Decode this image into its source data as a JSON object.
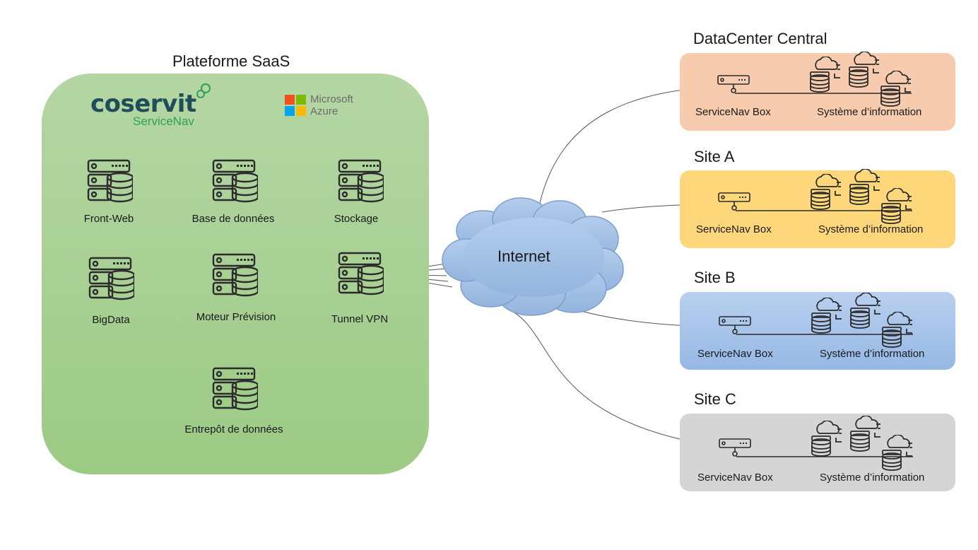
{
  "saas": {
    "title": "Plateforme SaaS",
    "logo_name": "coservit",
    "logo_sub": "ServiceNav",
    "azure_line1": "Microsoft",
    "azure_line2": "Azure",
    "services": [
      {
        "label": "Front-Web",
        "icon": "server-database-icon"
      },
      {
        "label": "Base de données",
        "icon": "server-database-icon"
      },
      {
        "label": "Stockage",
        "icon": "server-database-icon"
      },
      {
        "label": "BigData",
        "icon": "server-database-icon"
      },
      {
        "label": "Moteur Prévision",
        "icon": "server-database-icon"
      },
      {
        "label": "Tunnel VPN",
        "icon": "server-database-icon"
      },
      {
        "label": "Entrepôt de données",
        "icon": "server-database-icon"
      }
    ],
    "colors": {
      "platform_bg": "#a8d08d",
      "azure_red": "#f25022",
      "azure_green": "#7fba00",
      "azure_blue": "#00a4ef",
      "azure_yellow": "#ffb900"
    }
  },
  "internet": {
    "label": "Internet",
    "color": "#a9c4e6"
  },
  "sites": [
    {
      "title": "DataCenter Central",
      "box_label": "ServiceNav Box",
      "si_label": "Système d’information",
      "color": "#f7cbad"
    },
    {
      "title": "Site A",
      "box_label": "ServiceNav Box",
      "si_label": "Système d’information",
      "color": "#fed77a"
    },
    {
      "title": "Site B",
      "box_label": "ServiceNav Box",
      "si_label": "Système d’information",
      "color": "#a9c5eb"
    },
    {
      "title": "Site C",
      "box_label": "ServiceNav Box",
      "si_label": "Système d’information",
      "color": "#d5d5d5"
    }
  ]
}
